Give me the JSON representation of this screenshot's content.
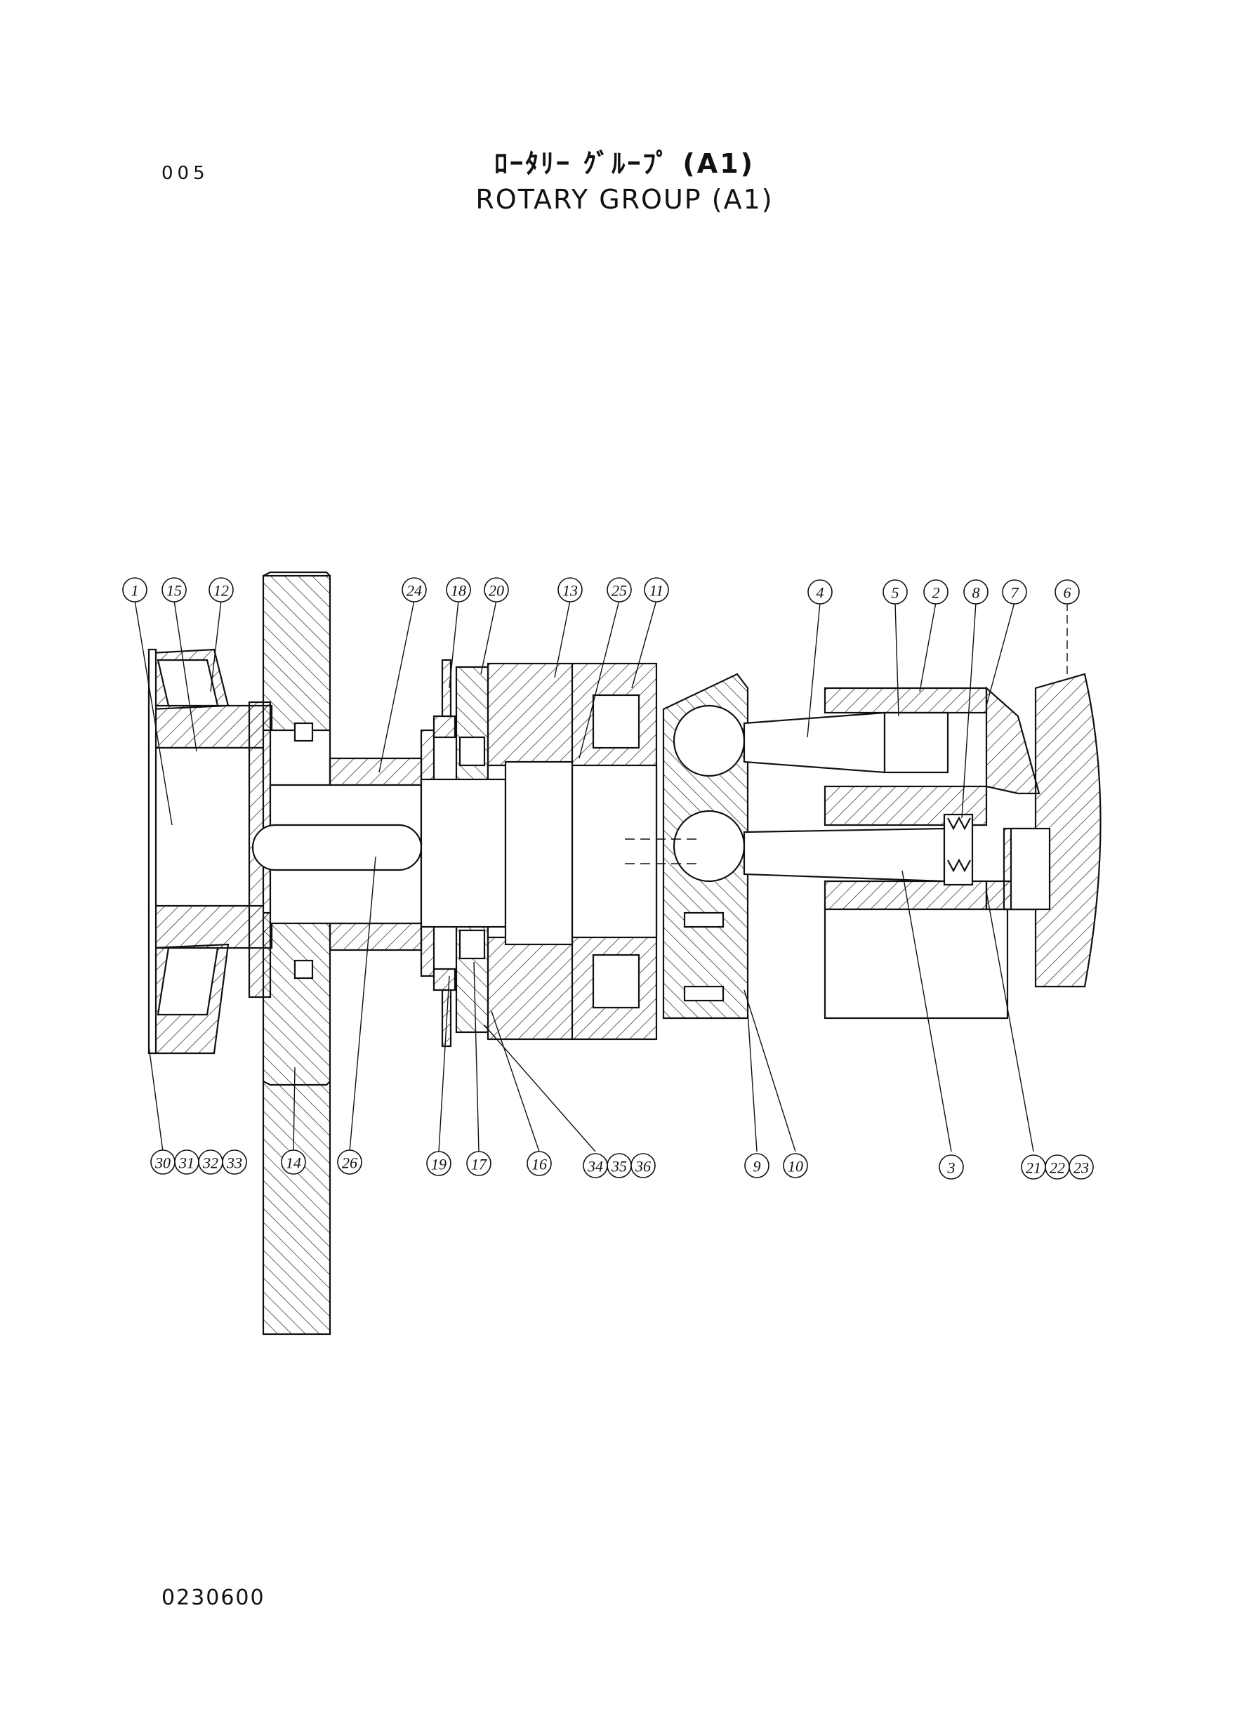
{
  "header": {
    "page_number": "005",
    "title_jp": "ﾛｰﾀﾘｰ ｸﾞﾙｰﾌﾟ (A1)",
    "title_en": "ROTARY GROUP (A1)"
  },
  "footer": {
    "document_code": "0230600"
  },
  "callouts_top": [
    "1",
    "15",
    "12",
    "24",
    "18",
    "20",
    "13",
    "25",
    "11",
    "4",
    "5",
    "2",
    "8",
    "7",
    "6"
  ],
  "callouts_bottom": [
    "30",
    "31",
    "32",
    "33",
    "14",
    "26",
    "19",
    "17",
    "16",
    "34",
    "35",
    "36",
    "9",
    "10",
    "3",
    "21",
    "22",
    "23"
  ]
}
